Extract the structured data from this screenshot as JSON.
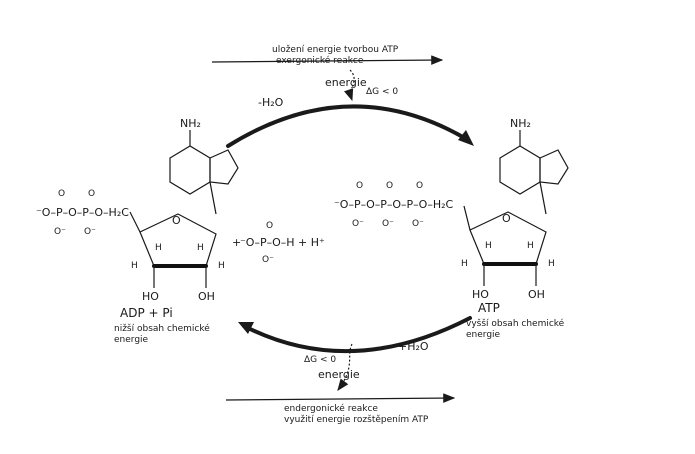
{
  "top_reaction": {
    "line1": "uložení energie tvorbou ATP",
    "line2": "exergonické reakce",
    "energy": "energie",
    "dg": "ΔG < 0"
  },
  "bottom_reaction": {
    "line1": "endergonické reakce",
    "line2": "využití energie rozštěpením ATP",
    "energy": "energie",
    "dg": "ΔG < 0"
  },
  "top_arc_label": "-H₂O",
  "bottom_arc_label": "+H₂O",
  "left_molecule": {
    "amino": "NH₂",
    "chain": "⁻O–P–O–P–O–H₂C",
    "o_labels": [
      "O",
      "O",
      "O⁻",
      "O⁻"
    ],
    "ring_o": "O",
    "h_labels": [
      "H",
      "H",
      "H",
      "H"
    ],
    "oh_labels": [
      "HO",
      "OH"
    ],
    "name": "ADP + Pi",
    "desc_line1": "nižší obsah chemické",
    "desc_line2": "energie"
  },
  "phosphate": {
    "text": "⁻O–P–O–H + H⁺",
    "plus": "+",
    "o_top": "O",
    "o_bottom": "O⁻"
  },
  "right_molecule": {
    "amino": "NH₂",
    "chain": "⁻O–P–O–P–O–P–O–H₂C",
    "o_labels": [
      "O",
      "O",
      "O",
      "O⁻",
      "O⁻",
      "O⁻"
    ],
    "ring_o": "O",
    "h_labels": [
      "H",
      "H",
      "H",
      "H"
    ],
    "oh_labels": [
      "HO",
      "OH"
    ],
    "name": "ATP",
    "desc_line1": "vyšší obsah chemické",
    "desc_line2": "energie"
  }
}
